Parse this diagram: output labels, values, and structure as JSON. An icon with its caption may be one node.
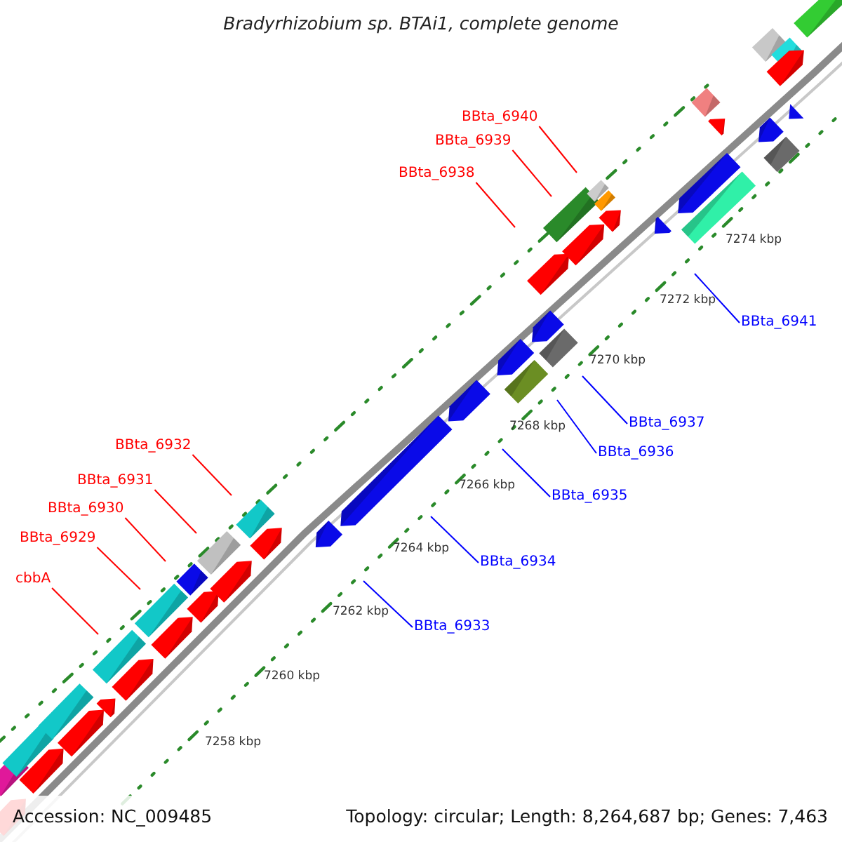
{
  "diagram": {
    "title": "Bradyrhizobium sp. BTAi1, complete genome",
    "nodes": [
      {
        "text": [
          "BBta_6940"
        ]
      },
      {
        "text": [
          "BBta_6939"
        ]
      },
      {
        "text": [
          "BBta_6938"
        ]
      },
      {
        "text": [
          "BBta_6941"
        ]
      },
      {
        "text": [
          "BBta_6937"
        ]
      },
      {
        "text": [
          "BBta_6936"
        ]
      },
      {
        "text": [
          "BBta_6935"
        ]
      },
      {
        "text": [
          "BBta_6932"
        ]
      },
      {
        "text": [
          "BBta_6931"
        ]
      },
      {
        "text": [
          "BBta_6930"
        ]
      },
      {
        "text": [
          "BBta_6934"
        ]
      },
      {
        "text": [
          "BBta_6929"
        ]
      },
      {
        "text": [
          "cbbA"
        ]
      },
      {
        "text": [
          "BBta_6933"
        ]
      }
    ],
    "edges": [
      {
        "from": 0,
        "to": null,
        "arrow": "none"
      },
      {
        "from": 1,
        "to": null,
        "arrow": "none"
      },
      {
        "from": 2,
        "to": null,
        "arrow": "none"
      },
      {
        "from": 3,
        "to": null,
        "arrow": "none",
        "color": "#0000ff"
      },
      {
        "from": 4,
        "to": null,
        "arrow": "none",
        "color": "#0000ff"
      },
      {
        "from": 5,
        "to": null,
        "arrow": "none",
        "color": "#0000ff"
      },
      {
        "from": 6,
        "to": null,
        "arrow": "none",
        "color": "#0000ff"
      },
      {
        "from": 7,
        "to": null,
        "arrow": "none"
      },
      {
        "from": 8,
        "to": null,
        "arrow": "none"
      },
      {
        "from": 9,
        "to": null,
        "arrow": "none"
      },
      {
        "from": 10,
        "to": null,
        "arrow": "none",
        "color": "#0000ff"
      },
      {
        "from": 11,
        "to": null,
        "arrow": "none"
      },
      {
        "from": 12,
        "to": null,
        "arrow": "none"
      },
      {
        "from": 13,
        "to": null,
        "arrow": "none",
        "color": "#0000ff"
      }
    ],
    "labels": [
      "7274 kbp",
      "7272 kbp",
      "7270 kbp",
      "7268 kbp",
      "7266 kbp",
      "7264 kbp",
      "7262 kbp",
      "7260 kbp",
      "7258 kbp",
      "Accession: NC_009485",
      "Topology: circular; Length: 8,264,687 bp; Genes: 7,463"
    ]
  }
}
